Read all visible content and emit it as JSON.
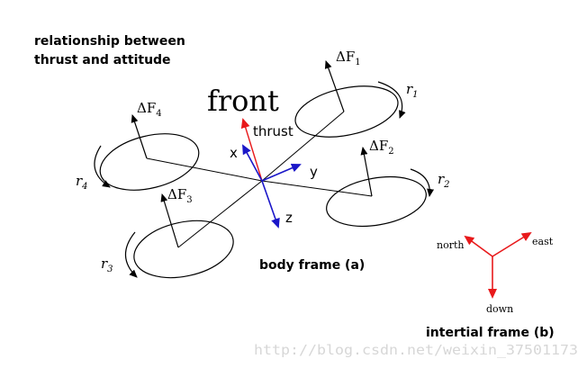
{
  "title_line1": "relationship between",
  "title_line2": "thrust and attitude",
  "front_label": "front",
  "thrust_label": "thrust",
  "body_axes": {
    "x": "x",
    "y": "y",
    "z": "z"
  },
  "body_frame_caption": "body frame (a)",
  "inertial_frame_caption": "intertial frame (b)",
  "inertial_axes": {
    "north": "north",
    "east": "east",
    "down": "down"
  },
  "rotors": [
    {
      "force": "ΔF",
      "force_sub": "1",
      "moment": "r",
      "moment_sub": "1"
    },
    {
      "force": "ΔF",
      "force_sub": "2",
      "moment": "r",
      "moment_sub": "2"
    },
    {
      "force": "ΔF",
      "force_sub": "3",
      "moment": "r",
      "moment_sub": "3"
    },
    {
      "force": "ΔF",
      "force_sub": "4",
      "moment": "r",
      "moment_sub": "4"
    }
  ],
  "watermark": "http://blog.csdn.net/weixin_37501173",
  "colors": {
    "red": "#e8191b",
    "blue": "#1a16c8",
    "black": "#000000"
  }
}
